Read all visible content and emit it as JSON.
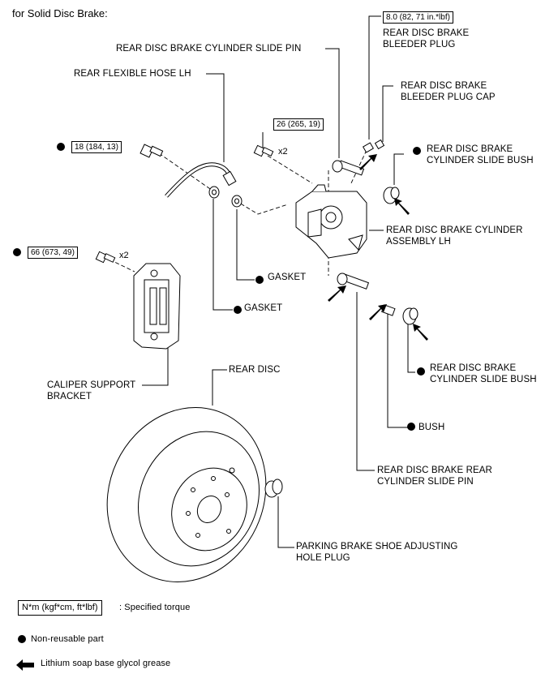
{
  "title": "for Solid Disc Brake:",
  "labels": {
    "slide_pin": "REAR DISC BRAKE CYLINDER SLIDE PIN",
    "flex_hose": "REAR FLEXIBLE HOSE LH",
    "bleeder_plug_1": "REAR DISC BRAKE",
    "bleeder_plug_2": "BLEEDER PLUG",
    "bleeder_cap_1": "REAR DISC BRAKE",
    "bleeder_cap_2": "BLEEDER PLUG CAP",
    "bush_top_1": "REAR DISC BRAKE",
    "bush_top_2": "CYLINDER SLIDE BUSH",
    "cyl_assy_1": "REAR DISC BRAKE CYLINDER",
    "cyl_assy_2": "ASSEMBLY LH",
    "gasket_1": "GASKET",
    "gasket_2": "GASKET",
    "caliper_1": "CALIPER SUPPORT",
    "caliper_2": "BRACKET",
    "rear_disc": "REAR DISC",
    "bush_bot_1": "REAR DISC BRAKE",
    "bush_bot_2": "CYLINDER SLIDE BUSH",
    "bush": "BUSH",
    "rear_pin_1": "REAR DISC BRAKE REAR",
    "rear_pin_2": "CYLINDER SLIDE PIN",
    "plug_1": "PARKING BRAKE SHOE ADJUSTING",
    "plug_2": "HOLE PLUG"
  },
  "torques": {
    "bleeder": "8.0 (82, 71 in.*lbf)",
    "hose_bolt": "18 (184, 13)",
    "cyl_bolt": "26 (265, 19)",
    "bracket_bolt": "66 (673, 49)"
  },
  "multipliers": {
    "cyl_bolt": "x2",
    "bracket_bolt": "x2"
  },
  "legend": {
    "torque_unit": "N*m (kgf*cm, ft*lbf)",
    "torque_desc": ": Specified torque",
    "nonreusable": "Non-reusable part",
    "grease": "Lithium soap base glycol grease"
  },
  "icons": [
    "non-reusable-bullet-icon",
    "grease-arrow-icon"
  ]
}
